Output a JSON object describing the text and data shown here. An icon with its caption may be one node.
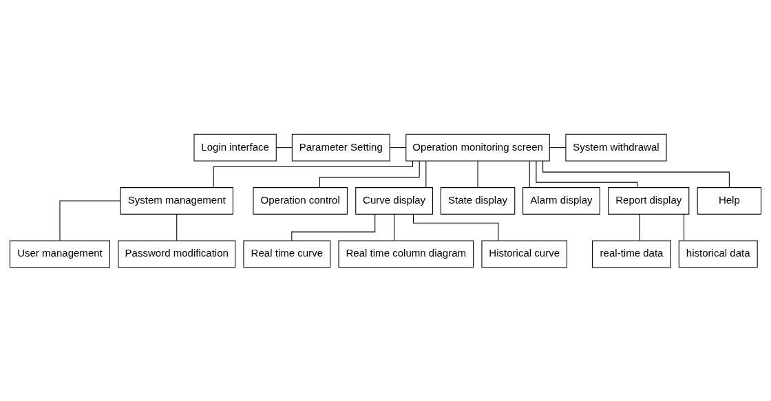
{
  "diagram": {
    "nodes": [
      {
        "text": [
          "Login interface"
        ]
      },
      {
        "text": [
          "Parameter Setting"
        ]
      },
      {
        "text": [
          "Operation monitoring screen"
        ]
      },
      {
        "text": [
          "System withdrawal"
        ]
      },
      {
        "text": [
          "System management"
        ]
      },
      {
        "text": [
          "Operation control"
        ]
      },
      {
        "text": [
          "Curve display"
        ]
      },
      {
        "text": [
          "State display"
        ]
      },
      {
        "text": [
          "Alarm display"
        ]
      },
      {
        "text": [
          "Report display"
        ]
      },
      {
        "text": [
          "Help"
        ]
      },
      {
        "text": [
          "User management"
        ]
      },
      {
        "text": [
          "Password modification"
        ]
      },
      {
        "text": [
          "Real time curve"
        ]
      },
      {
        "text": [
          "Real time column diagram"
        ]
      },
      {
        "text": [
          "Historical curve"
        ]
      },
      {
        "text": [
          "real-time data"
        ]
      },
      {
        "text": [
          "historical data"
        ]
      }
    ],
    "edges": [
      {
        "from": 0,
        "to": 1,
        "arrow": "none"
      },
      {
        "from": 1,
        "to": 2,
        "arrow": "none"
      },
      {
        "from": 2,
        "to": 3,
        "arrow": "none"
      },
      {
        "from": 2,
        "to": 4,
        "arrow": "none"
      },
      {
        "from": 2,
        "to": 5,
        "arrow": "none"
      },
      {
        "from": 2,
        "to": 6,
        "arrow": "none"
      },
      {
        "from": 2,
        "to": 7,
        "arrow": "none"
      },
      {
        "from": 2,
        "to": 8,
        "arrow": "none"
      },
      {
        "from": 2,
        "to": 9,
        "arrow": "none"
      },
      {
        "from": 2,
        "to": 10,
        "arrow": "none"
      },
      {
        "from": 4,
        "to": 11,
        "arrow": "none"
      },
      {
        "from": 4,
        "to": 12,
        "arrow": "none"
      },
      {
        "from": 6,
        "to": 13,
        "arrow": "none"
      },
      {
        "from": 6,
        "to": 14,
        "arrow": "none"
      },
      {
        "from": 6,
        "to": 15,
        "arrow": "none"
      },
      {
        "from": 9,
        "to": 16,
        "arrow": "none"
      },
      {
        "from": 9,
        "to": 17,
        "arrow": "none"
      }
    ]
  }
}
